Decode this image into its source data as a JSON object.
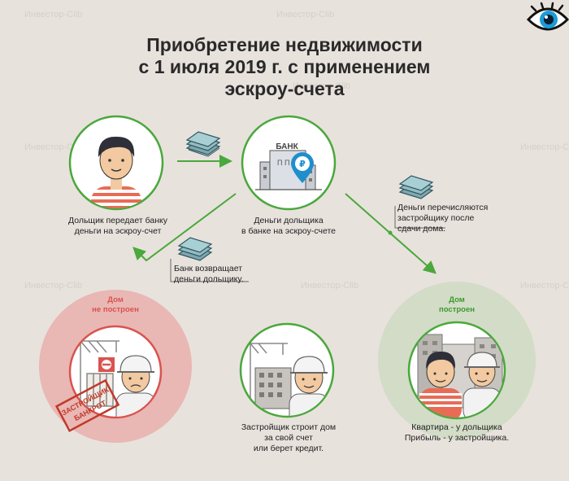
{
  "colors": {
    "background": "#e8e2dd",
    "green": "#4aa83c",
    "red": "#d9534f",
    "not_built_bg": "#e9b7b4",
    "built_bg": "#d2dcc6",
    "stamp": "#c0392b"
  },
  "title": {
    "line1": "Приобретение недвижимости",
    "line2": "с 1 июля 2019 г. с применением",
    "line3": "эскроу-счета"
  },
  "nodes": {
    "shareholder": {
      "caption_line1": "Дольщик передает банку",
      "caption_line2": "деньги на эскроу-счет"
    },
    "bank": {
      "sign": "БАНК",
      "door_letters": "П",
      "currency": "₽",
      "caption_line1": "Деньги дольщика",
      "caption_line2": "в банке на эскроу-счете"
    },
    "bank_return": {
      "caption_line1": "Банк возвращает",
      "caption_line2": "деньги дольщику."
    },
    "transfer": {
      "caption_line1": "Деньги перечисляются",
      "caption_line2": "застройщику после",
      "caption_line3": "сдачи дома."
    },
    "not_built": {
      "status_line1": "Дом",
      "status_line2": "не построен",
      "stamp_line1": "ЗАСТРОЙЩИК",
      "stamp_line2": "БАНКРОТ"
    },
    "builder": {
      "caption_line1": "Застройщик строит дом",
      "caption_line2": "за свой счет",
      "caption_line3": "или берет кредит."
    },
    "built": {
      "status_line1": "Дом",
      "status_line2": "построен",
      "caption_line1": "Квартира - у дольщика",
      "caption_line2": "Прибыль - у застройщика."
    }
  },
  "watermark": "Инвестор-Clib",
  "icons": [
    "eye-logo-icon",
    "person-icon",
    "bank-icon",
    "ruble-pin-icon",
    "money-stack-icon",
    "crane-icon",
    "worker-icon",
    "bankrupt-stamp-icon",
    "no-entry-icon"
  ]
}
